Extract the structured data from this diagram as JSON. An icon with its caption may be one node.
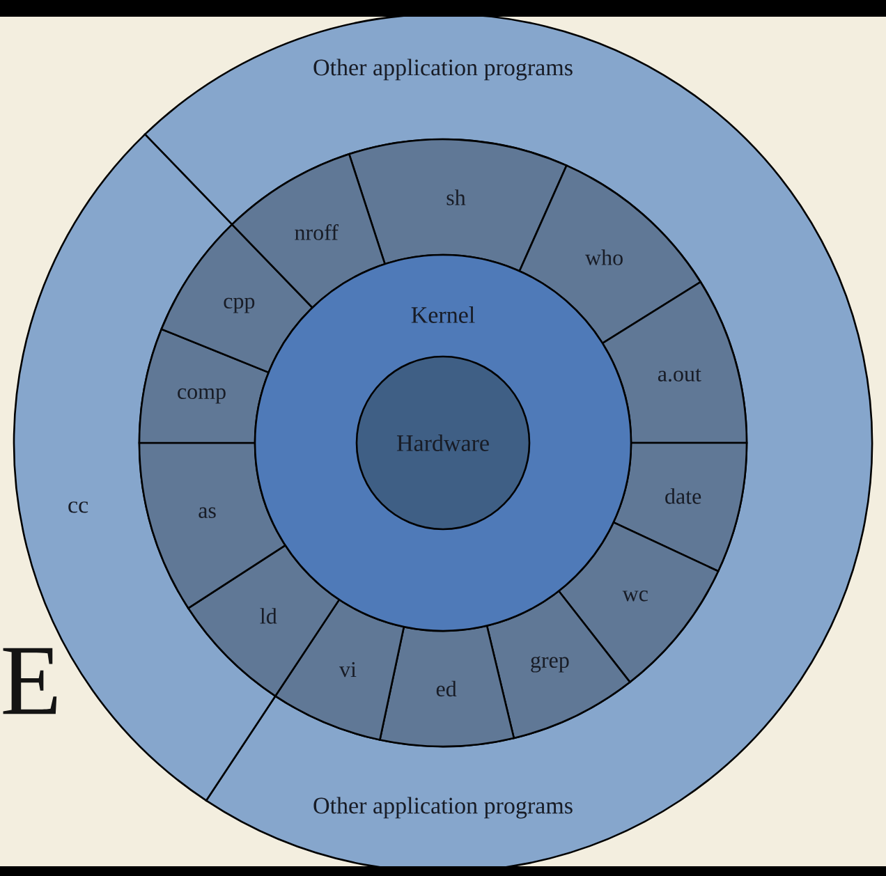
{
  "diagram": {
    "nodes": [
      {
        "text": [
          "Other application programs",
          "Other application programs"
        ]
      },
      {
        "text": [
          "cc"
        ]
      },
      {
        "text": [
          "sh"
        ]
      },
      {
        "text": [
          "who"
        ]
      },
      {
        "text": [
          "a.out"
        ]
      },
      {
        "text": [
          "date"
        ]
      },
      {
        "text": [
          "wc"
        ]
      },
      {
        "text": [
          "grep"
        ]
      },
      {
        "text": [
          "ed"
        ]
      },
      {
        "text": [
          "vi"
        ]
      },
      {
        "text": [
          "ld"
        ]
      },
      {
        "text": [
          "as"
        ]
      },
      {
        "text": [
          "comp"
        ]
      },
      {
        "text": [
          "cpp"
        ]
      },
      {
        "text": [
          "nroff"
        ]
      },
      {
        "text": [
          "Kernel"
        ]
      },
      {
        "text": [
          "Hardware"
        ],
        "in": 15
      }
    ],
    "labels": [
      "E"
    ]
  }
}
